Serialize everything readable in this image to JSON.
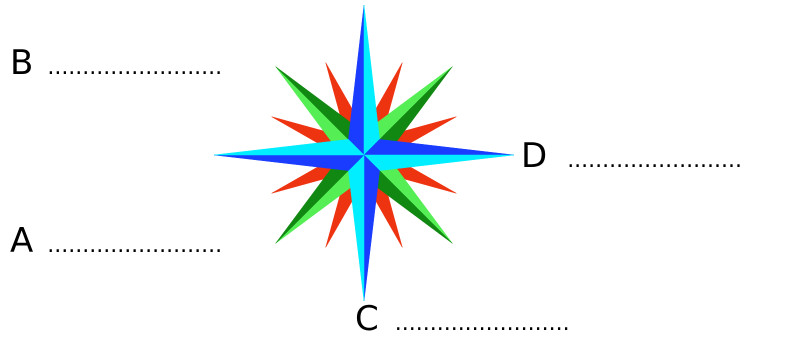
{
  "labels": {
    "b": {
      "letter": "B",
      "blank": "........................."
    },
    "a": {
      "letter": "A",
      "blank": "........................."
    },
    "d": {
      "letter": "D",
      "blank": "........................."
    },
    "c": {
      "letter": "C",
      "blank": "........................."
    }
  },
  "colors": {
    "cardinal_light": "#00eeff",
    "cardinal_dark": "#1a3cff",
    "intercardinal_light": "#55ee55",
    "intercardinal_dark": "#118811",
    "secondary_points": "#ee3311"
  }
}
